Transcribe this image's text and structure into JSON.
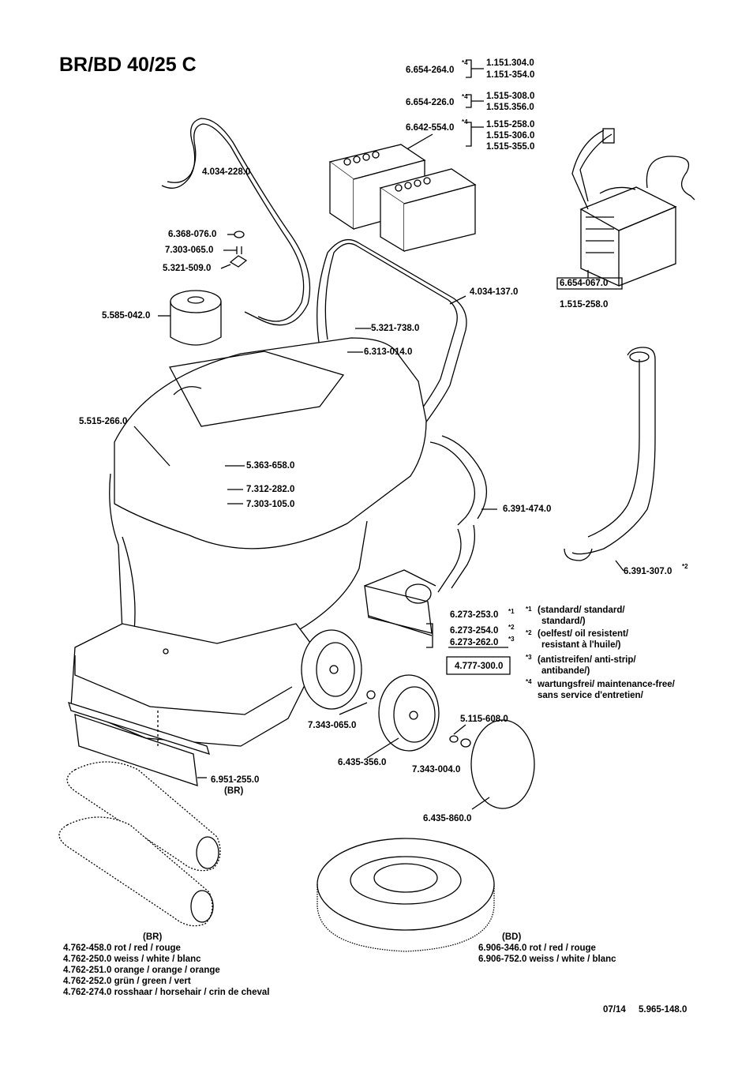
{
  "title": "BR/BD 40/25 C",
  "battery_options": [
    {
      "part": "6.654-264.0",
      "mark": "*4",
      "models": [
        "1.151.304.0",
        "1.151-354.0"
      ]
    },
    {
      "part": "6.654-226.0",
      "mark": "*4",
      "models": [
        "1.515-308.0",
        "1.515.356.0"
      ]
    },
    {
      "part": "6.642-554.0",
      "mark": "*4",
      "models": [
        "1.515-258.0",
        "1.515-306.0",
        "1.515-355.0"
      ]
    }
  ],
  "charger": {
    "part": "6.654-067.0",
    "model": "1.515-258.0"
  },
  "labels": {
    "handle_bar": "4.034-228.0",
    "cap_1": "6.368-076.0",
    "screw_1": "7.303-065.0",
    "knob_1": "5.321-509.0",
    "filter": "5.585-042.0",
    "frame": "4.034-137.0",
    "knob_2": "5.321-738.0",
    "pin": "6.313-014.0",
    "strainer": "5.515-266.0",
    "cup": "5.363-658.0",
    "washer": "7.312-282.0",
    "screw_2": "7.303-105.0",
    "hose_1": "6.391-474.0",
    "hose_2": "6.391-307.0",
    "hose_2_mark": "*2",
    "squeegee_1": "6.273-253.0",
    "squeegee_1_mark": "*1",
    "squeegee_2": "6.273-254.0",
    "squeegee_2_mark": "*2",
    "squeegee_3": "6.273-262.0",
    "squeegee_3_mark": "*3",
    "squeegee_set": "4.777-300.0",
    "washer_2": "7.343-065.0",
    "wheel": "6.435-356.0",
    "washer_3": "7.343-004.0",
    "cap_2": "5.115-608.0",
    "disc": "6.435-860.0",
    "blade": "6.951-255.0",
    "blade_variant": "(BR)"
  },
  "notes": [
    {
      "mark": "*1",
      "lines": [
        "(standard/ standard/",
        "standard/)"
      ]
    },
    {
      "mark": "*2",
      "lines": [
        "(oelfest/ oil resistent/",
        "resistant à l'huile/)"
      ]
    },
    {
      "mark": "*3",
      "lines": [
        "(antistreifen/ anti-strip/",
        "antibande/)"
      ]
    },
    {
      "mark": "*4",
      "lines": [
        "wartungsfrei/ maintenance-free/",
        "sans service d'entretien/"
      ]
    }
  ],
  "brushes": {
    "variant": "(BR)",
    "items": [
      "4.762-458.0 rot / red / rouge",
      "4.762-250.0 weiss / white / blanc",
      "4.762-251.0 orange / orange / orange",
      "4.762-252.0 grün / green / vert",
      "4.762-274.0 rosshaar / horsehair / crin de cheval"
    ]
  },
  "pads": {
    "variant": "(BD)",
    "items": [
      "6.906-346.0 rot / red / rouge",
      "6.906-752.0 weiss / white / blanc"
    ]
  },
  "footer": {
    "date": "07/14",
    "doc": "5.965-148.0"
  }
}
